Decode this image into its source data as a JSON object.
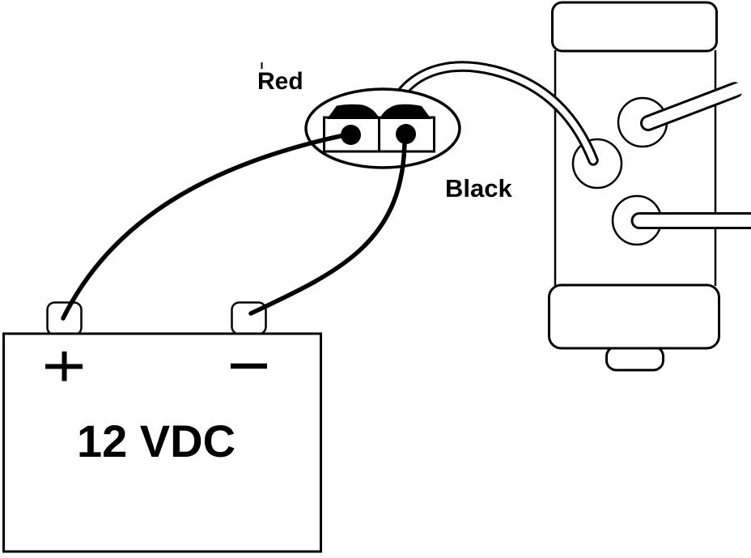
{
  "diagram": {
    "battery": {
      "voltage_label": "12 VDC",
      "positive_symbol": "+",
      "negative_symbol": "−"
    },
    "connector": {
      "red_label": "Red",
      "black_label": "Black"
    },
    "colors": {
      "line": "#000000",
      "background": "#ffffff"
    }
  }
}
